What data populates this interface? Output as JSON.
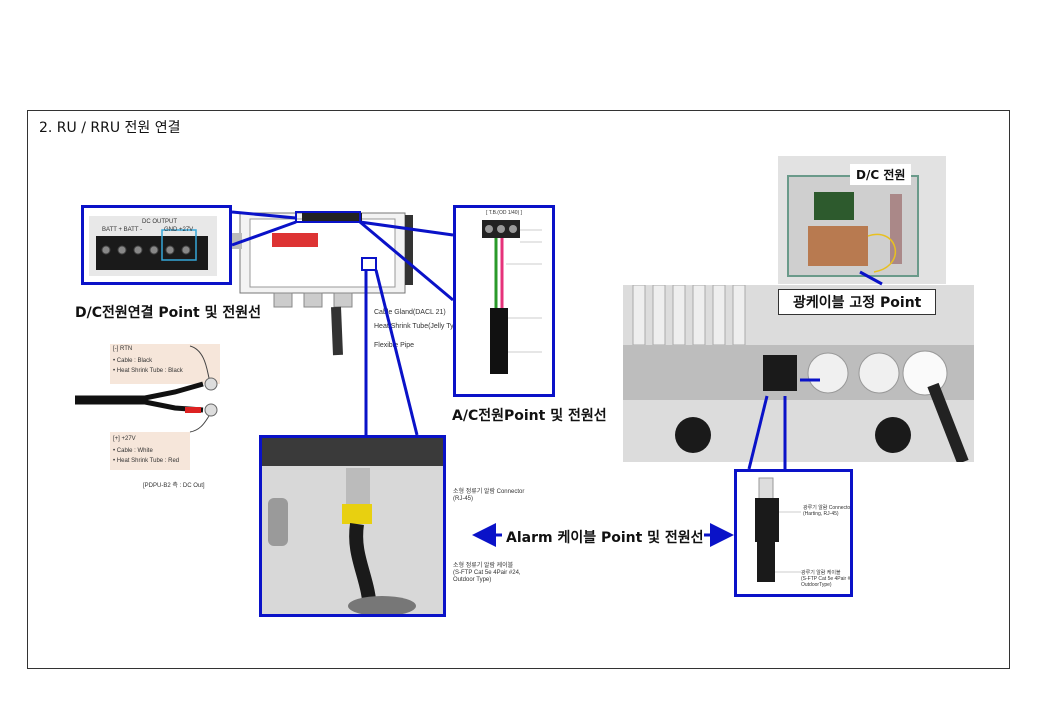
{
  "section_title": "2. RU / RRU 전원 연결",
  "labels": {
    "dc_point": "D/C전원연결 Point 및 전원선",
    "ac_point": "A/C전원Point 및 전원선",
    "alarm_point": "Alarm 케이블 Point 및 전원선",
    "dc_power": "D/C 전원",
    "fiber_point": "광케이블 고정 Point"
  },
  "terminal_block": {
    "header": "DC OUTPUT",
    "left_tag": "BATT +  BATT -",
    "right_tag": "GND  +27V"
  },
  "ac_diagram": {
    "header": "[ T.B.(OD 1/40) ]"
  },
  "enclosure_callouts": [
    "Cable Gland(DACL 21)",
    "Heat Shrink Tube(Jelly Type)",
    "Flexible Pipe"
  ],
  "cable_legend": {
    "rtn_title": "[-] RTN",
    "rtn_cable": "• Cable : Black",
    "rtn_tube": "• Heat Shrink Tube : Black",
    "pos_title": "[+] +27V",
    "pos_cable": "• Cable : White",
    "pos_tube": "• Heat Shrink Tube : Red",
    "source_note": "[PDPU-B2 측 : DC Out]"
  },
  "alarm_detail_callouts": {
    "connector": "소형 정류기 알람 Connector\n(RJ-45)",
    "cable": "소형 정류기 알람 케이블\n(S-FTP Cat 5e 4Pair #24,\nOutdoor Type)"
  },
  "rru_detail_callouts": {
    "connector": "광루기 알람 Connector\n(Harting, RJ-45)",
    "cable": "광루기 알람 케이블\n(S-FTP Cat 5e 4Pair #\nOutdoorType)"
  },
  "colors": {
    "accent_blue": "#0a12c8",
    "label_bg": "#f6e6da"
  }
}
